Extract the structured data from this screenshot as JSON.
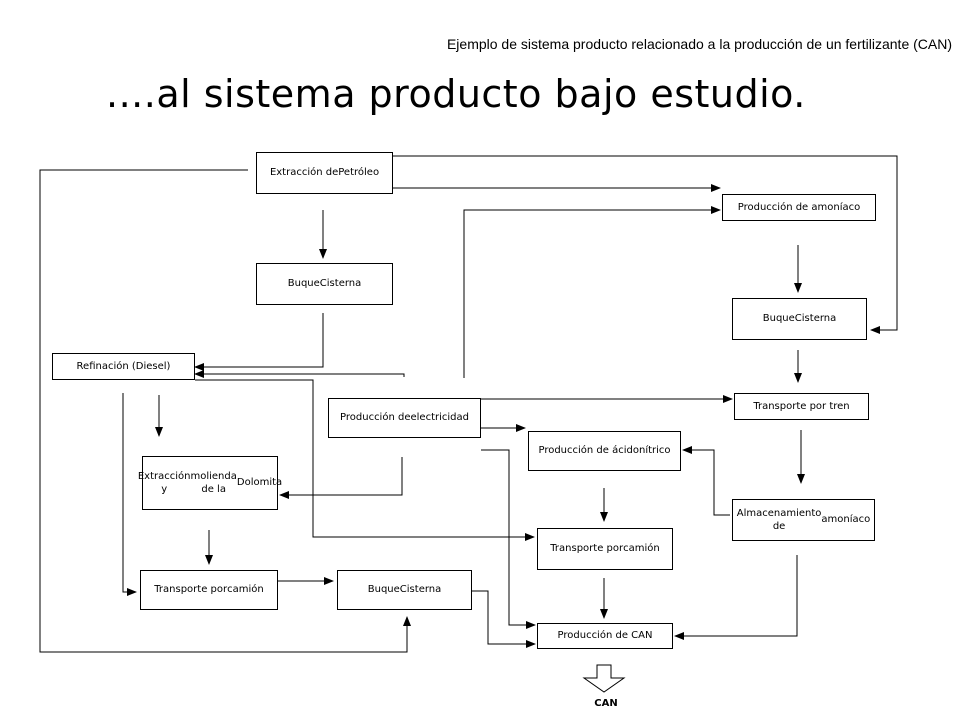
{
  "header": {
    "note": "Ejemplo de sistema producto relacionado a la producción de un fertilizante (CAN)",
    "title": "....al sistema producto bajo estudio."
  },
  "diagram": {
    "nodes": {
      "extraccion_petroleo": [
        "Extracción de",
        "Petróleo"
      ],
      "buque_cisterna_1": [
        "Buque",
        "Cisterna"
      ],
      "refinacion": [
        "Refinación (Diesel)"
      ],
      "produccion_amoniaco": [
        "Producción de amoníaco"
      ],
      "buque_cisterna_2": [
        "Buque",
        "Cisterna"
      ],
      "transporte_tren": [
        "Transporte por tren"
      ],
      "produccion_electricidad": [
        "Producción de",
        "electricidad"
      ],
      "produccion_acido_nitrico": [
        "Producción de ácido",
        "nítrico"
      ],
      "extraccion_dolomita": [
        "Extracción y",
        "molienda de la",
        "Dolomita"
      ],
      "almacenamiento_amoniaco": [
        "Almacenamiento de",
        "amoníaco"
      ],
      "transporte_camion_1": [
        "Transporte por",
        "camión"
      ],
      "transporte_camion_2": [
        "Transporte por",
        "camión"
      ],
      "buque_cisterna_3": [
        "Buque",
        "Cisterna"
      ],
      "produccion_can": [
        "Producción de CAN"
      ]
    },
    "output_label": "CAN"
  }
}
